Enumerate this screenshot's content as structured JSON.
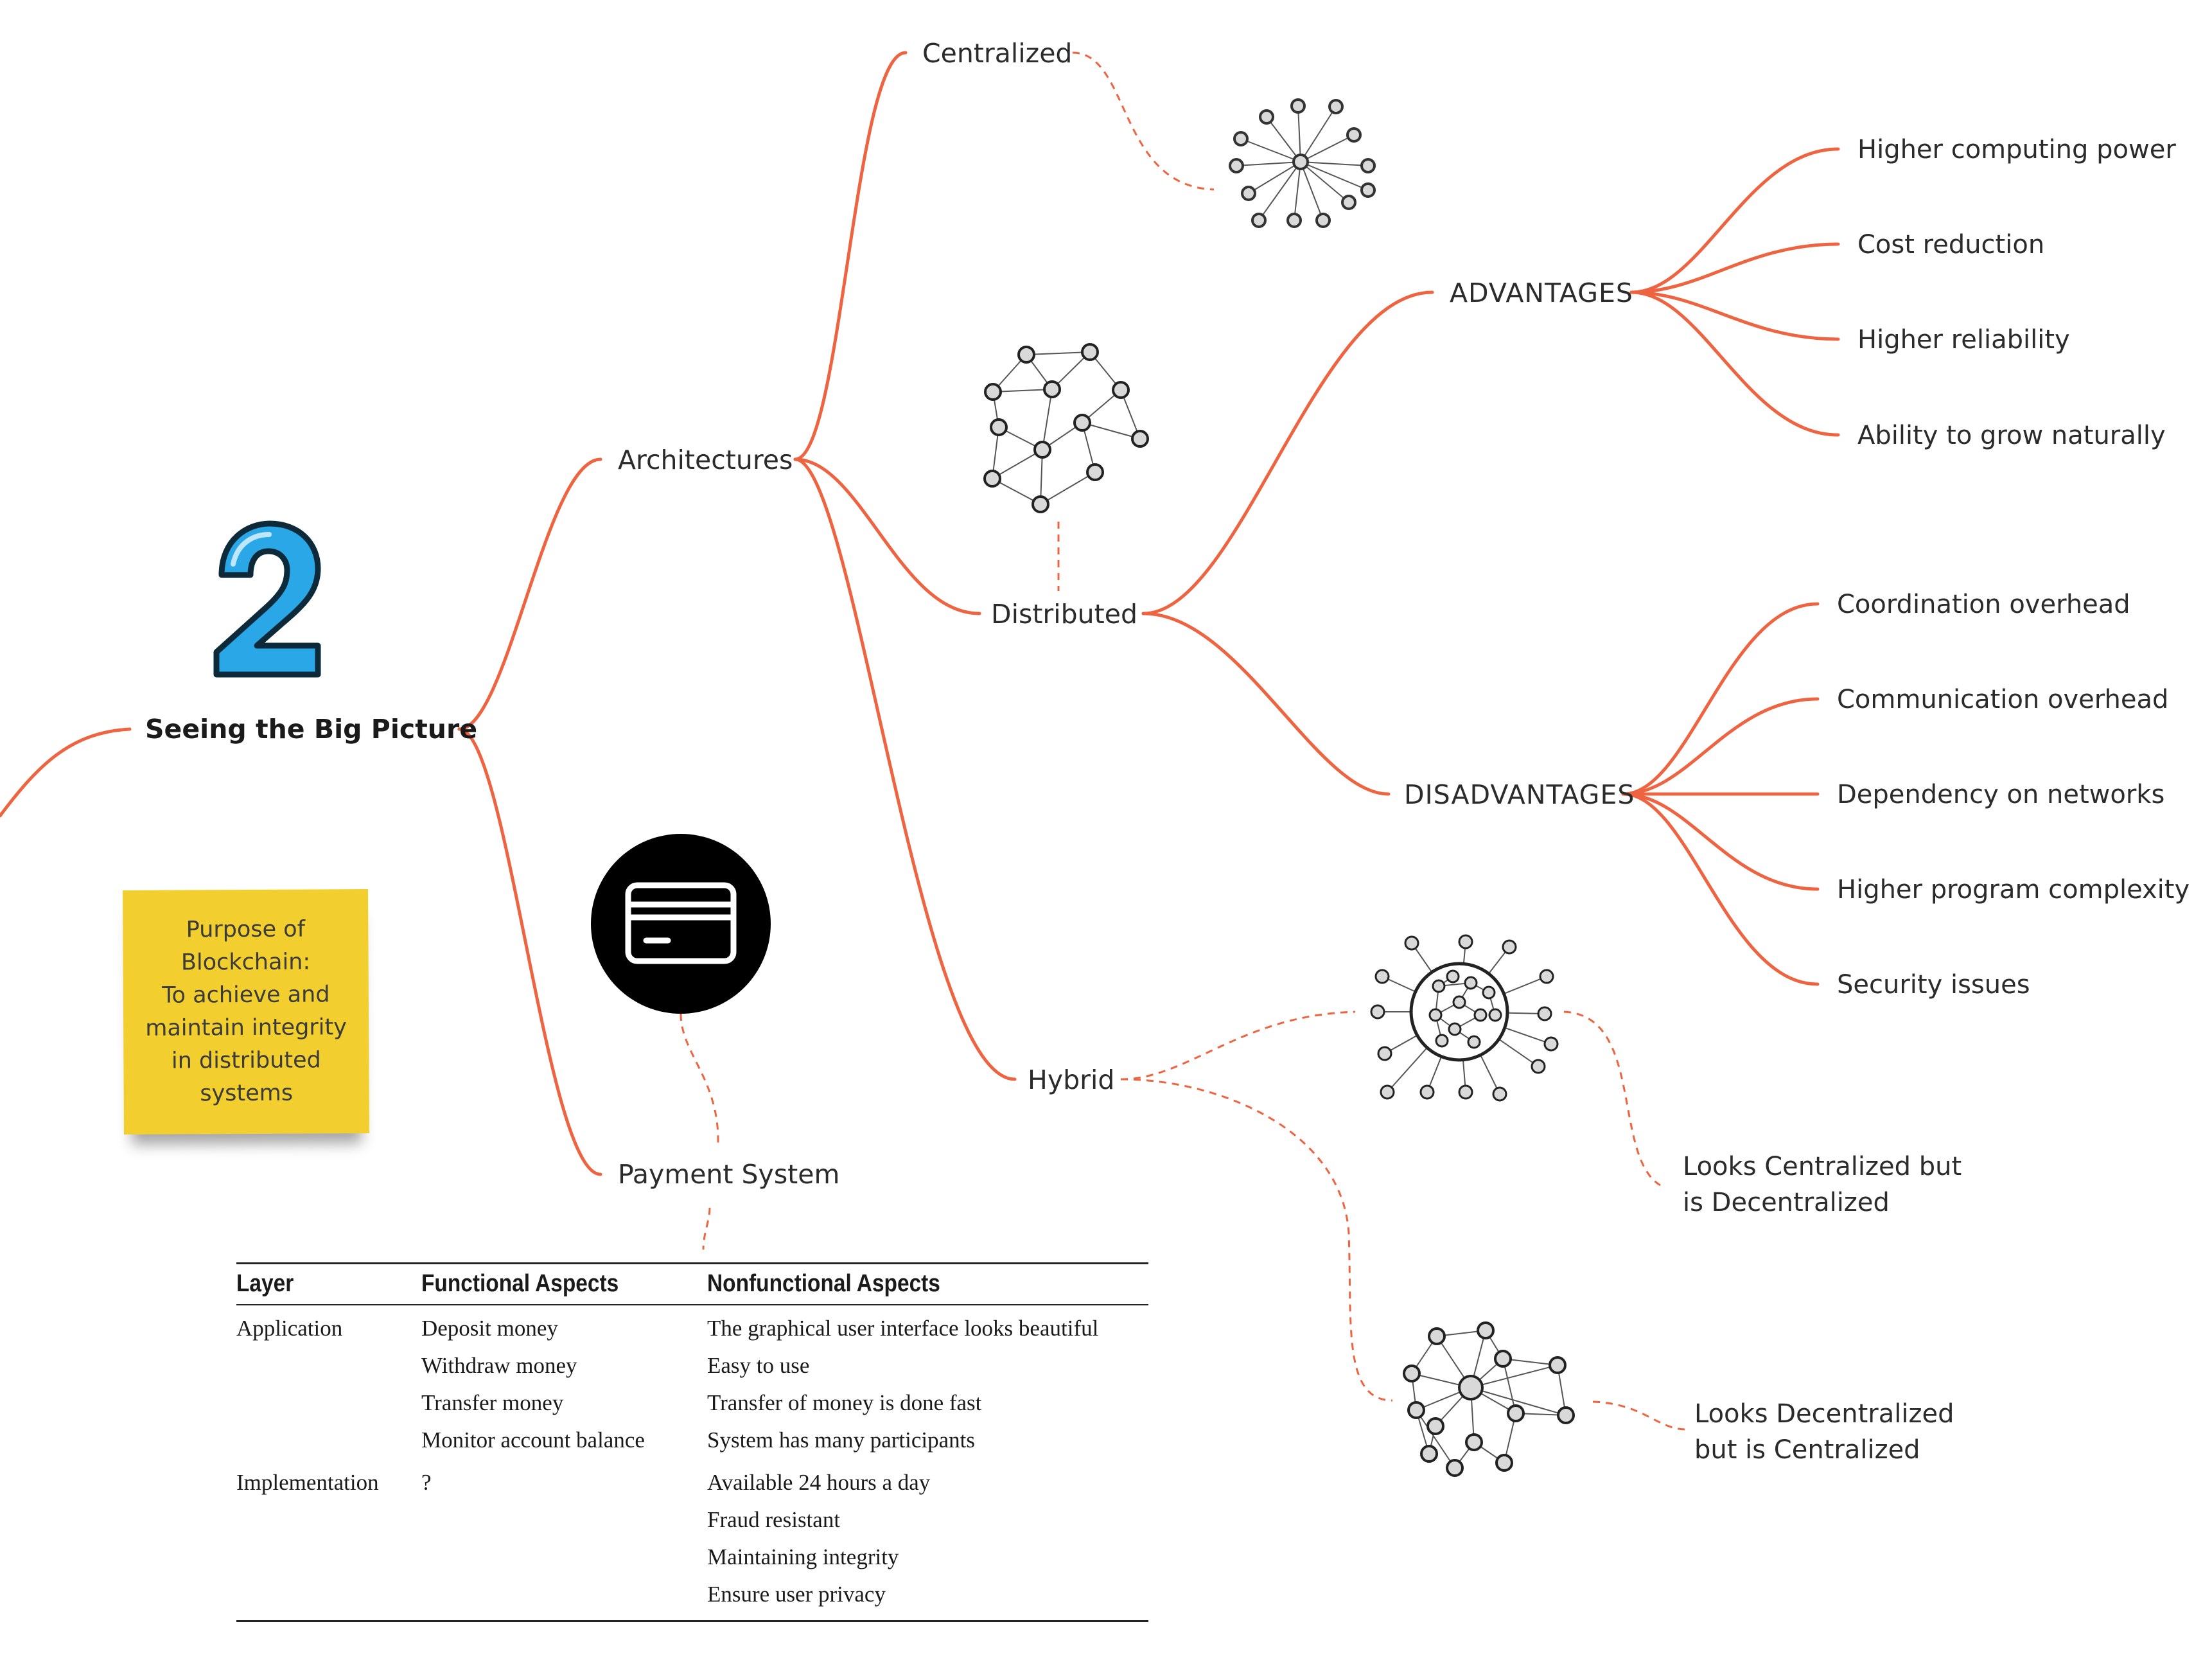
{
  "colors": {
    "branch": "#ee6340",
    "dashed": "#ee6340",
    "sticky": "#f2cf2f",
    "node_fill": "#d9d9d9",
    "number_blue": "#2aa7e6"
  },
  "root": {
    "number": "2",
    "title": "Seeing the Big Picture"
  },
  "sticky_note": {
    "lines": [
      "Purpose of",
      "Blockchain:",
      "To achieve and",
      "maintain integrity",
      "in distributed",
      "systems"
    ]
  },
  "branches": {
    "architectures": "Architectures",
    "payment_system": "Payment System",
    "centralized": "Centralized",
    "distributed": "Distributed",
    "hybrid": "Hybrid",
    "advantages": "ADVANTAGES",
    "disadvantages": "DISADVANTAGES"
  },
  "advantages_items": [
    "Higher computing power",
    "Cost reduction",
    "Higher reliability",
    "Ability to grow naturally"
  ],
  "disadvantages_items": [
    "Coordination overhead",
    "Communication overhead",
    "Dependency on networks",
    "Higher program complexity",
    "Security issues"
  ],
  "hybrid_notes": {
    "looks_centralized": [
      "Looks Centralized but",
      "is Decentralized"
    ],
    "looks_decentralized": [
      "Looks Decentralized",
      "but is Centralized"
    ]
  },
  "icons": {
    "payment": "credit-card-icon"
  },
  "table": {
    "headers": [
      "Layer",
      "Functional Aspects",
      "Nonfunctional Aspects"
    ],
    "rows": [
      {
        "layer": "Application",
        "functional": "Deposit money",
        "nonfunctional": "The graphical user interface looks beautiful"
      },
      {
        "layer": "",
        "functional": "Withdraw money",
        "nonfunctional": "Easy to use"
      },
      {
        "layer": "",
        "functional": "Transfer money",
        "nonfunctional": "Transfer of money is done fast"
      },
      {
        "layer": "",
        "functional": "Monitor account balance",
        "nonfunctional": "System has many participants"
      },
      {
        "layer": "Implementation",
        "functional": "?",
        "nonfunctional": "Available 24 hours a day"
      },
      {
        "layer": "",
        "functional": "",
        "nonfunctional": "Fraud resistant"
      },
      {
        "layer": "",
        "functional": "",
        "nonfunctional": "Maintaining integrity"
      },
      {
        "layer": "",
        "functional": "",
        "nonfunctional": "Ensure user privacy"
      }
    ]
  }
}
